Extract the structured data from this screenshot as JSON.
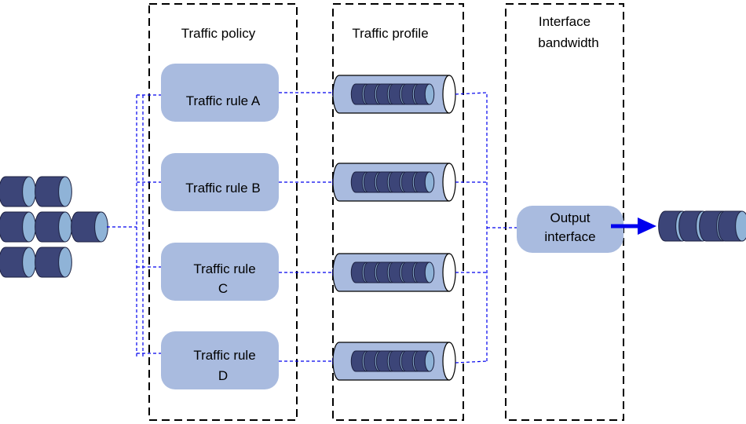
{
  "columns": {
    "policy": "Traffic policy",
    "profile": "Traffic profile",
    "bandwidth_line1": "Interface",
    "bandwidth_line2": "bandwidth"
  },
  "rules": [
    {
      "line1": "Traffic rule A",
      "line2": ""
    },
    {
      "line1": "Traffic rule B",
      "line2": ""
    },
    {
      "line1": "Traffic rule",
      "line2": "C"
    },
    {
      "line1": "Traffic rule",
      "line2": "D"
    }
  ],
  "output_interface": {
    "line1": "Output",
    "line2": "interface"
  },
  "colors": {
    "rule_box": "#a9bbdf",
    "packet_dark": "#3c4578",
    "packet_light": "#8fb3d7",
    "queue_body": "#a9bbdf",
    "arrow": "#0000ee",
    "dashed_box": "#000000"
  }
}
